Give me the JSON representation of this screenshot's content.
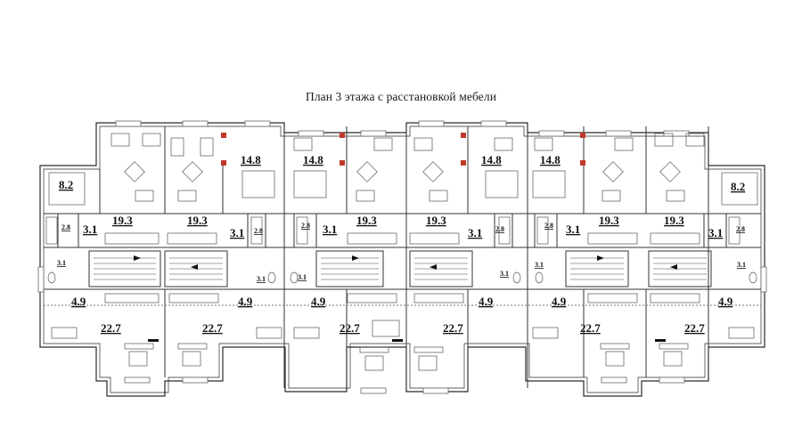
{
  "title": "План 3 этажа с расстановкой мебели",
  "blocks": [
    {
      "liv": "14.8",
      "room": "19.3",
      "bath": "3.1",
      "wc": "2.8",
      "hall": "4.9",
      "big": "22.7"
    },
    {
      "liv": "14.8",
      "room": "19.3",
      "bath": "3.1",
      "wc": "2.8",
      "hall": "4.9",
      "big": "22.7"
    },
    {
      "liv": "14.8",
      "room": "19.3",
      "bath": "3.1",
      "wc": "2.8",
      "hall": "4.9",
      "big": "22.7"
    }
  ],
  "ends": {
    "room": "8.2",
    "bath": "3.1",
    "wc": "2.8",
    "hall": "4.9",
    "big": "22.7",
    "room2": "19.3"
  },
  "mid": {
    "bath_left": "3.1",
    "bath_right": "3.1"
  },
  "colors": {
    "wall": "#2a2a2a",
    "pillar": "#c0392b",
    "line": "#555555"
  }
}
